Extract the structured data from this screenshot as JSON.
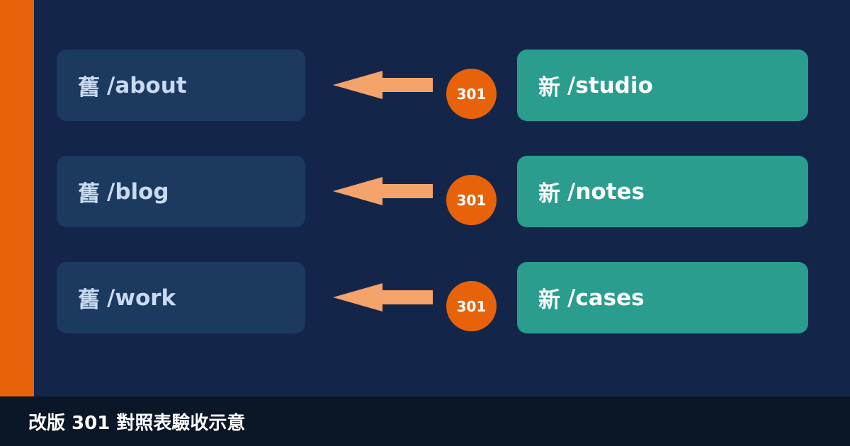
{
  "colors": {
    "background": "#13264a",
    "accent": "#e8620a",
    "old_box": "#1c3960",
    "old_text": "#c9daf0",
    "new_box": "#2a9d8f",
    "arrow": "#f4a36b",
    "footer": "#0b1627"
  },
  "mappings": [
    {
      "old_prefix": "舊",
      "old_path": "/about",
      "code": "301",
      "new_prefix": "新",
      "new_path": "/studio"
    },
    {
      "old_prefix": "舊",
      "old_path": "/blog",
      "code": "301",
      "new_prefix": "新",
      "new_path": "/notes"
    },
    {
      "old_prefix": "舊",
      "old_path": "/work",
      "code": "301",
      "new_prefix": "新",
      "new_path": "/cases"
    }
  ],
  "footer": {
    "caption": "改版 301 對照表驗收示意"
  },
  "icons": {
    "arrow": "arrow-left-icon"
  }
}
